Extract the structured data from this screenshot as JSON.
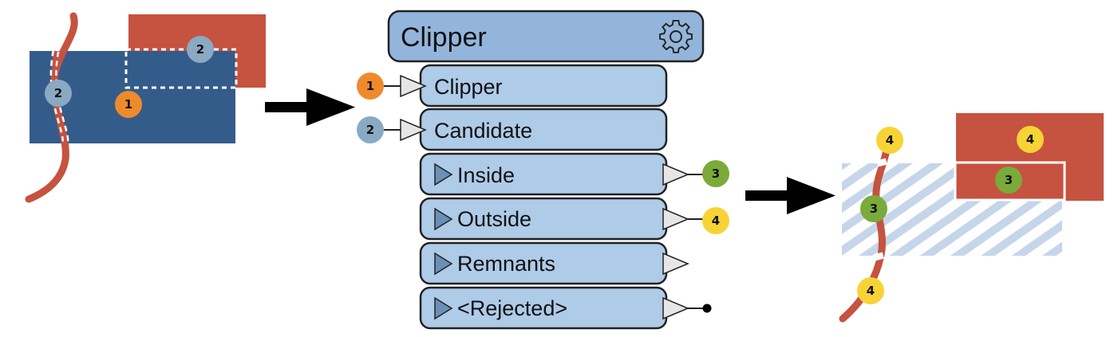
{
  "colors": {
    "blue_polygon": "#345c8a",
    "red_polygon": "#c65240",
    "red_line": "#c65240",
    "transformer_header": "#93b5db",
    "port_fill": "#aecbe8",
    "outline": "#222222",
    "hatch": "#c5d6ea",
    "badge_orange": "#ef8a2c",
    "badge_grey_blue": "#8aa9c2",
    "badge_green": "#7aab3a",
    "badge_yellow": "#f7d336",
    "arrow": "#000000"
  },
  "transformer": {
    "title": "Clipper",
    "settings_icon": "gear-icon",
    "input_ports": [
      {
        "label": "Clipper",
        "badge": "1"
      },
      {
        "label": "Candidate",
        "badge": "2"
      }
    ],
    "output_ports": [
      {
        "label": "Inside",
        "badge": "3"
      },
      {
        "label": "Outside",
        "badge": "4"
      },
      {
        "label": "Remnants",
        "badge": ""
      },
      {
        "label": "<Rejected>",
        "badge": ""
      }
    ]
  },
  "input_scene": {
    "badges": [
      "2",
      "2",
      "1"
    ]
  },
  "output_scene": {
    "badges": [
      "4",
      "4",
      "3",
      "3",
      "4"
    ]
  }
}
